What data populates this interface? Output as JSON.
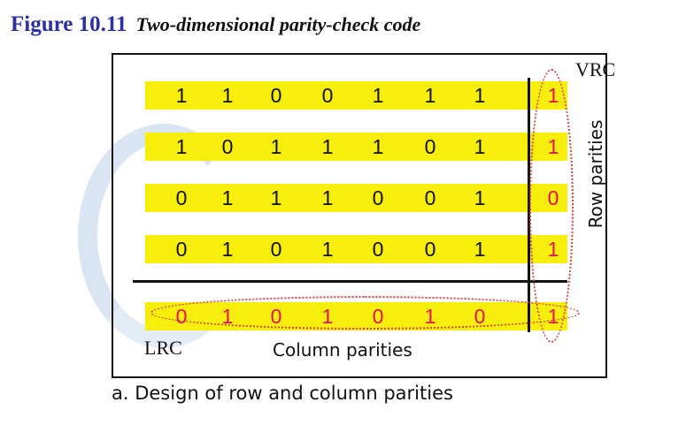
{
  "figure": {
    "number": "Figure 10.11",
    "caption": "Two-dimensional parity-check code"
  },
  "grid": {
    "data_rows": [
      {
        "bits": [
          "1",
          "1",
          "0",
          "0",
          "1",
          "1",
          "1"
        ],
        "parity": "1"
      },
      {
        "bits": [
          "1",
          "0",
          "1",
          "1",
          "1",
          "0",
          "1"
        ],
        "parity": "1"
      },
      {
        "bits": [
          "0",
          "1",
          "1",
          "1",
          "0",
          "0",
          "1"
        ],
        "parity": "0"
      },
      {
        "bits": [
          "0",
          "1",
          "0",
          "1",
          "0",
          "0",
          "1"
        ],
        "parity": "1"
      }
    ],
    "parity_row": {
      "bits": [
        "0",
        "1",
        "0",
        "1",
        "0",
        "1",
        "0"
      ],
      "parity": "1"
    }
  },
  "labels": {
    "vrc": "VRC",
    "lrc": "LRC",
    "column_parities": "Column parities",
    "row_parities": "Row parities"
  },
  "subcaption": "a. Design of row and column parities",
  "colors": {
    "band": "#f7ee0c",
    "parity_text": "#e4105a",
    "oval": "#d63a3a",
    "title_blue": "#2b31a3"
  }
}
